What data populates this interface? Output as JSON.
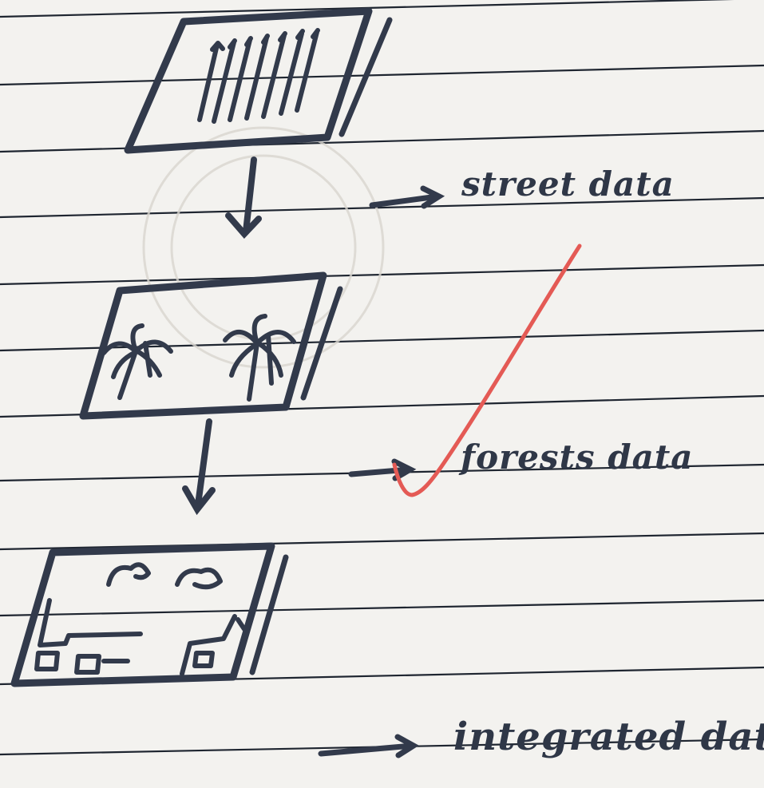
{
  "diagram": {
    "layers": [
      {
        "name": "street-layer",
        "label": "street data",
        "icon": "street-lines-icon"
      },
      {
        "name": "forests-layer",
        "label": "forests data",
        "icon": "palm-tree-icon"
      },
      {
        "name": "integrated-layer",
        "label": "integrated data",
        "icon": "buildings-clouds-icon"
      }
    ],
    "labels": {
      "street": "street data",
      "forests": "forests data",
      "integrated": "integrated data"
    },
    "colors": {
      "paper": "#f3f2ef",
      "ruled_line": "#1e2530",
      "ink": "#2f3747",
      "check_mark": "#e45a55"
    }
  }
}
